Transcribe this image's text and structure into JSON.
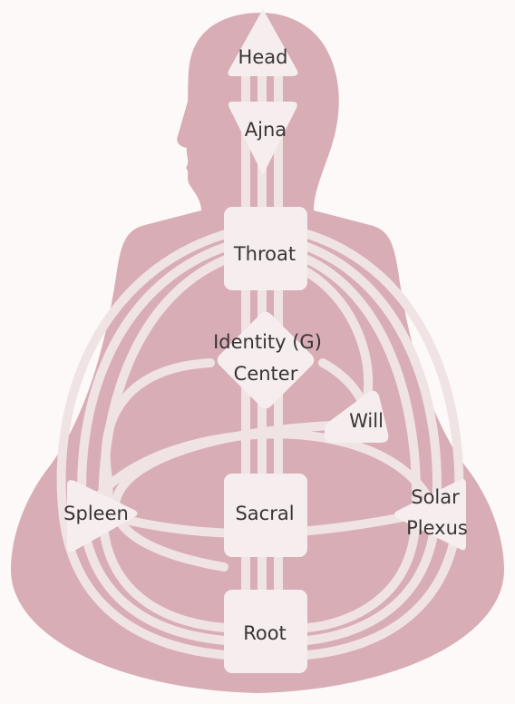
{
  "diagram": {
    "colors": {
      "background": "#fdf9f8",
      "silhouette": "#d8adb5",
      "channel": "#f0e3e3",
      "center_fill": "#f6eeee",
      "label": "#3a3434"
    },
    "centers": {
      "head": {
        "label": "Head",
        "shape": "triangle-up"
      },
      "ajna": {
        "label": "Ajna",
        "shape": "triangle-down"
      },
      "throat": {
        "label": "Throat",
        "shape": "square"
      },
      "g_center": {
        "label_line1": "Identity (G)",
        "label_line2": "Center",
        "shape": "diamond"
      },
      "will": {
        "label": "Will",
        "shape": "triangle"
      },
      "spleen": {
        "label": "Spleen",
        "shape": "triangle-right"
      },
      "sacral": {
        "label": "Sacral",
        "shape": "square"
      },
      "solar_plexus": {
        "label_line1": "Solar",
        "label_line2": "Plexus",
        "shape": "triangle-left"
      },
      "root": {
        "label": "Root",
        "shape": "square"
      }
    }
  }
}
